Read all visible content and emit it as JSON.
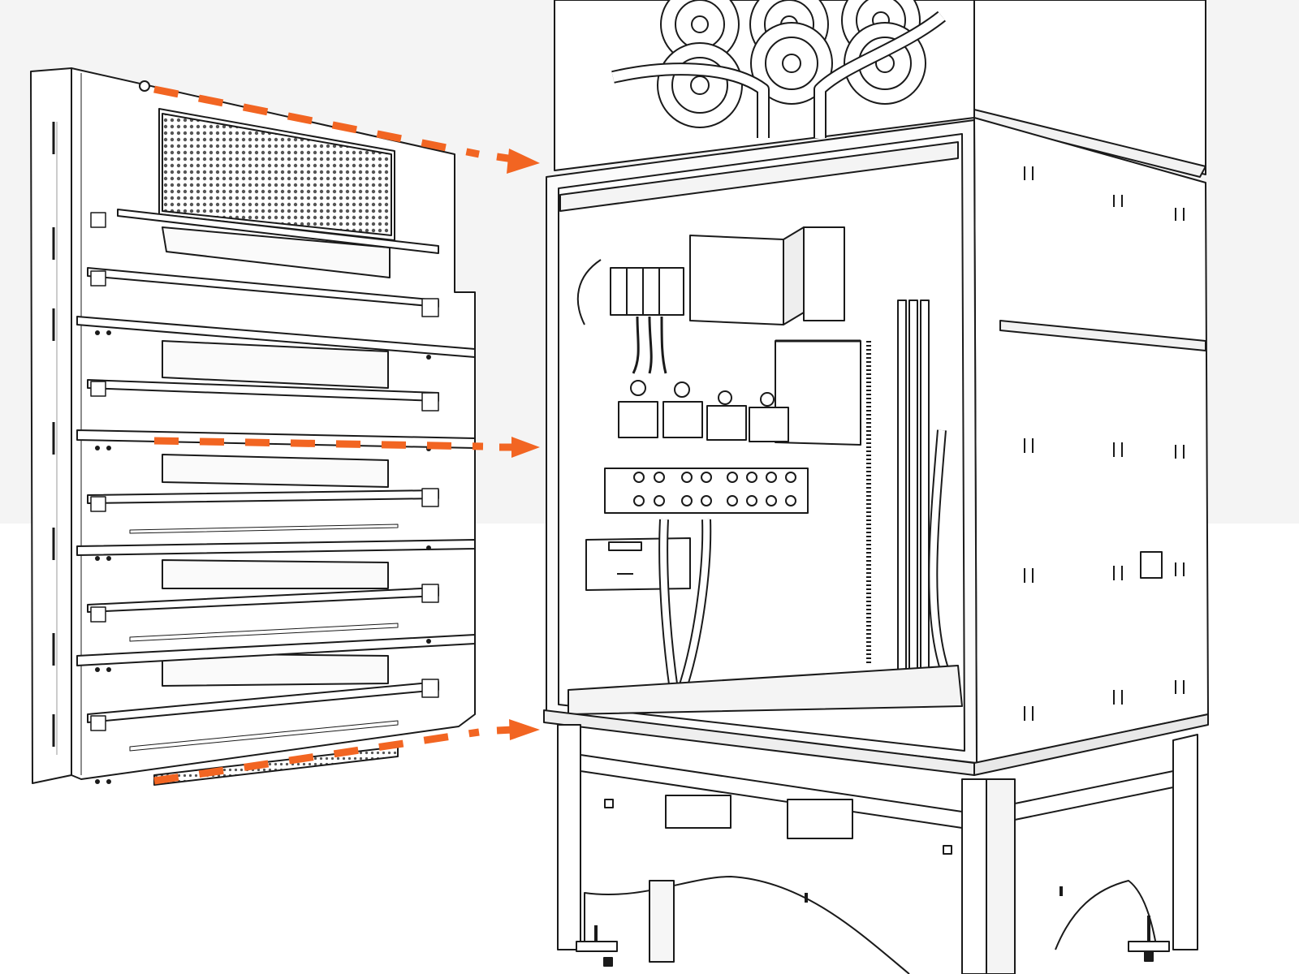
{
  "figure": {
    "type": "technical-assembly-illustration",
    "text_labels": []
  },
  "colors": {
    "background_upper": "#f4f4f4",
    "background_lower": "#ffffff",
    "line": "#1a1a1a",
    "panel_fill": "#ffffff",
    "perforation": "#555555",
    "accent": "#f26522"
  },
  "assembly": {
    "mounting_arrows": 3,
    "dashed_guides": 3,
    "icon": "arrow-right-icon"
  },
  "parts": {
    "side_panel": {
      "cross_rails": 6,
      "perforated_vents": 2
    },
    "cabinet": {
      "cooling_fans": 6,
      "surge_protector": 1,
      "breakers": 4,
      "terminal_studs": 20
    },
    "base_stand": {
      "legs": 4,
      "leveling_feet": 4
    }
  }
}
